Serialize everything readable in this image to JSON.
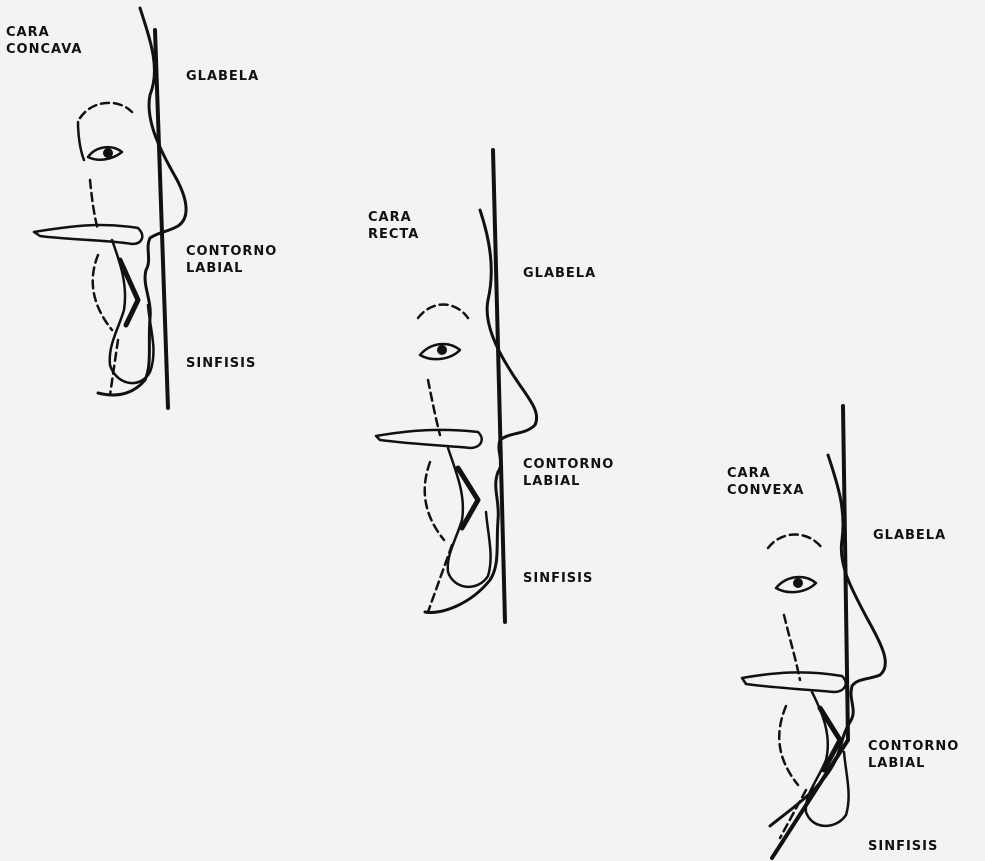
{
  "profiles": [
    {
      "title_line1": "CARA",
      "title_line2": "CONCAVA",
      "glabela": "GLABELA",
      "contorno_line1": "CONTORNO",
      "contorno_line2": "LABIAL",
      "sinfisis": "SINFISIS"
    },
    {
      "title_line1": "CARA",
      "title_line2": "RECTA",
      "glabela": "GLABELA",
      "contorno_line1": "CONTORNO",
      "contorno_line2": "LABIAL",
      "sinfisis": "SINFISIS"
    },
    {
      "title_line1": "CARA",
      "title_line2": "CONVEXA",
      "glabela": "GLABELA",
      "contorno_line1": "CONTORNO",
      "contorno_line2": "LABIAL",
      "sinfisis": "SINFISIS"
    }
  ],
  "colors": {
    "ink": "#111111",
    "paper": "#f3f3f3"
  }
}
